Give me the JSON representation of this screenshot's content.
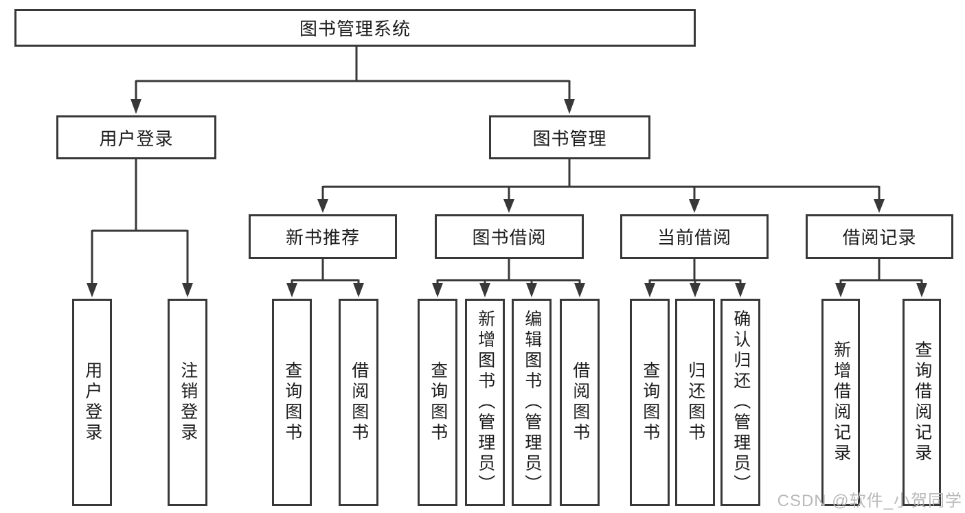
{
  "diagram": {
    "root": "图书管理系统",
    "level2": [
      "用户登录",
      "图书管理"
    ],
    "level3": [
      "新书推荐",
      "图书借阅",
      "当前借阅",
      "借阅记录"
    ],
    "leaves": {
      "user_login": [
        "用户登录",
        "注销登录"
      ],
      "new_book_rec": [
        "查询图书",
        "借阅图书"
      ],
      "book_borrow": [
        "查询图书",
        "新增图书（管理员）",
        "编辑图书（管理员）",
        "借阅图书"
      ],
      "current_borrow": [
        "查询图书",
        "归还图书",
        "确认归还（管理员）"
      ],
      "borrow_records": [
        "新增借阅记录",
        "查询借阅记录"
      ]
    }
  },
  "watermark": "CSDN @软件_小贺同学",
  "colors": {
    "line": "#383838",
    "text": "#1c1c1c",
    "box_background": "#ffffff",
    "page_background": "#ffffff",
    "watermark": "#b9b9b9"
  }
}
